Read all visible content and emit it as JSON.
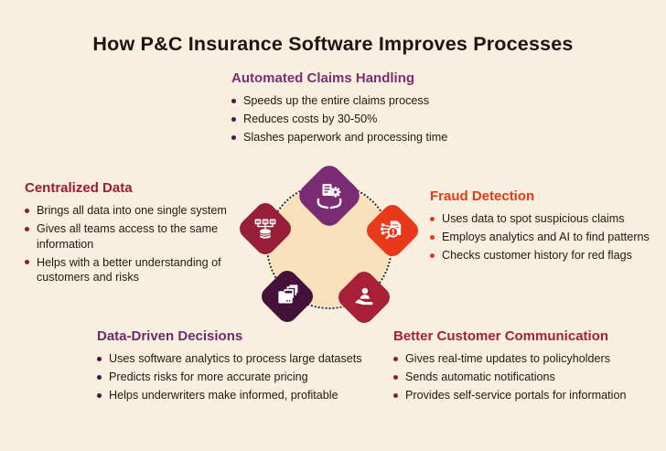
{
  "title": "How P&C Insurance Software Improves Processes",
  "page": {
    "background": "#f8efde",
    "title_color": "#211312"
  },
  "sections": [
    {
      "id": "automated-claims-handling",
      "heading": "Automated Claims Handling",
      "colors": {
        "heading": "#7c2d73",
        "dot": "#4e1545"
      },
      "bullets": [
        "Speeds up the entire claims process",
        "Reduces costs by 30-50%",
        "Slashes paperwork and processing time"
      ]
    },
    {
      "id": "centralized-data",
      "heading": "Centralized Data",
      "colors": {
        "heading": "#9d1b2f",
        "dot": "#8e1c2c"
      },
      "bullets": [
        "Brings all data into one single system",
        "Gives all teams access to the same information",
        "Helps with a better understanding of customers and risks"
      ]
    },
    {
      "id": "fraud-detection",
      "heading": "Fraud Detection",
      "colors": {
        "heading": "#e03a1a",
        "dot": "#e03a1a"
      },
      "bullets": [
        "Uses data to spot suspicious claims",
        "Employs analytics and AI to find patterns",
        "Checks customer history for red flags"
      ]
    },
    {
      "id": "data-driven-decisions",
      "heading": "Data-Driven Decisions",
      "colors": {
        "heading": "#6d2a6d",
        "dot": "#44123e"
      },
      "bullets": [
        "Uses software analytics to process large datasets",
        "Predicts risks for more accurate pricing",
        "Helps underwriters make informed, profitable"
      ]
    },
    {
      "id": "better-customer-communication",
      "heading": "Better Customer Communication",
      "colors": {
        "heading": "#a42136",
        "dot": "#8e1c2c"
      },
      "bullets": [
        "Gives real-time updates to policyholders",
        "Sends automatic notifications",
        "Provides self-service portals for information"
      ]
    }
  ],
  "diagram": {
    "hub_circle_color": "#f8e0ba",
    "dotted_ring_color": "#2e2a26",
    "nodes": [
      {
        "id": "claims",
        "icon": "claims-document-gear-hands-icon",
        "color": "#7b2b74"
      },
      {
        "id": "centralized",
        "icon": "servers-database-icon",
        "color": "#971f3a"
      },
      {
        "id": "fraud",
        "icon": "fraud-magnifier-document-icon",
        "color": "#e8391b"
      },
      {
        "id": "folders",
        "icon": "stacked-folders-icon",
        "color": "#431139"
      },
      {
        "id": "customer",
        "icon": "hand-holding-person-icon",
        "color": "#a82036"
      }
    ]
  }
}
